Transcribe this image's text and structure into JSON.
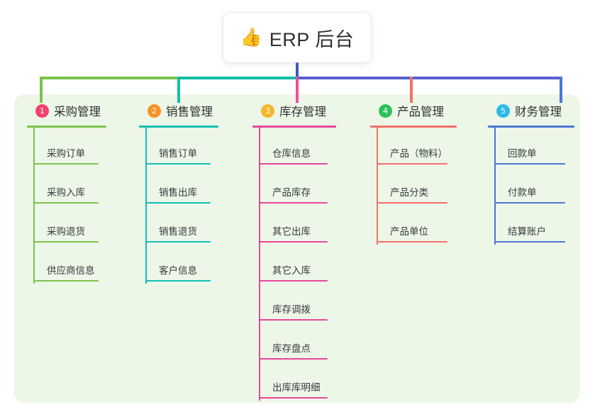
{
  "root": {
    "icon": "thumbs-up-emoji",
    "emoji": "👍",
    "title": "ERP 后台"
  },
  "panel": {
    "background_color": "#edf7e8"
  },
  "connector": {
    "stem_color": "#4355c4",
    "bar_segment_colors": [
      "#7cc24a",
      "#11bfa6",
      "#5560d0",
      "#5560d0"
    ],
    "drop_colors": [
      "#7cc24a",
      "#11bfa6",
      "#ee4f96",
      "#f5706a",
      "#4a77d4"
    ]
  },
  "columns": [
    {
      "number": "1",
      "title": "采购管理",
      "badge_color": "#f0436e",
      "line_color": "#7cc24a",
      "items": [
        "采购订单",
        "采购入库",
        "采购退货",
        "供应商信息"
      ]
    },
    {
      "number": "2",
      "title": "销售管理",
      "badge_color": "#f79226",
      "line_color": "#11bfb5",
      "items": [
        "销售订单",
        "销售出库",
        "销售退货",
        "客户信息"
      ]
    },
    {
      "number": "3",
      "title": "库存管理",
      "badge_color": "#f7b52a",
      "line_color": "#e8479a",
      "items": [
        "仓库信息",
        "产品库存",
        "其它出库",
        "其它入库",
        "库存调拨",
        "库存盘点",
        "出库库明细"
      ]
    },
    {
      "number": "4",
      "title": "产品管理",
      "badge_color": "#2fbf5c",
      "line_color": "#f5706a",
      "items": [
        "产品（物料）",
        "产品分类",
        "产品单位"
      ]
    },
    {
      "number": "5",
      "title": "财务管理",
      "badge_color": "#2eb8e8",
      "line_color": "#4a77d4",
      "items": [
        "回款单",
        "付款单",
        "结算账户"
      ]
    }
  ]
}
